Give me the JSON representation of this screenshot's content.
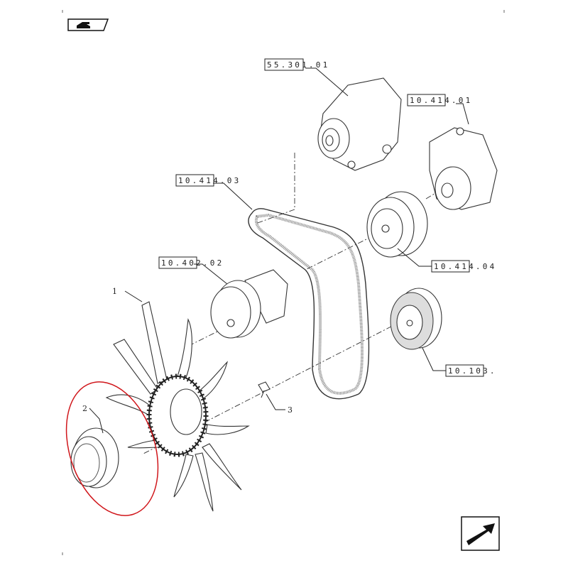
{
  "navigation": {
    "back_icon": "hand-pointer-icon",
    "next_icon": "arrow-next-icon"
  },
  "references": {
    "alternator": "55.301.01",
    "water_pump": "10.414.01",
    "belt": "10.414.03",
    "tensioner": "10.402.02",
    "pump_pulley": "10.414.04",
    "crank_pulley": "10.103."
  },
  "callouts": {
    "fan": "1",
    "damper": "2",
    "bolt": "3"
  },
  "highlight_color": "#d0161b"
}
